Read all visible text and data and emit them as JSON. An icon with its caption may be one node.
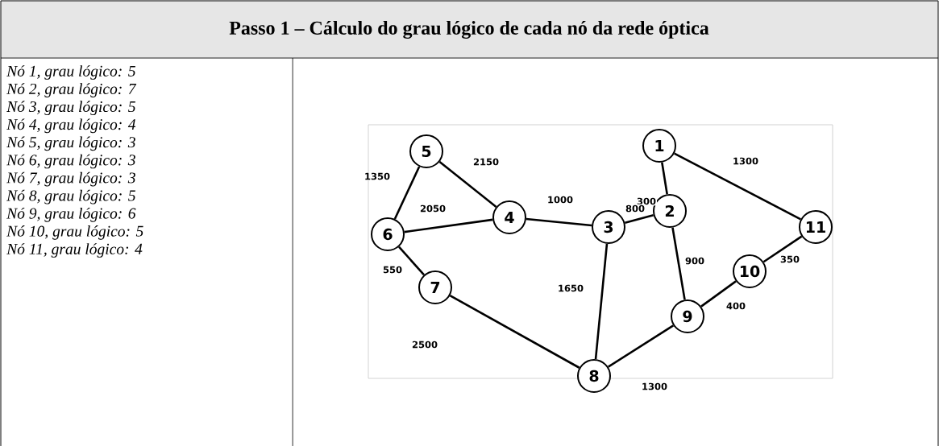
{
  "diagram": {
    "title": "Passo 1 – Cálculo do grau lógico de cada nó da rede óptica",
    "nodes": [
      {
        "text": [
          "1"
        ]
      },
      {
        "text": [
          "2"
        ]
      },
      {
        "text": [
          "3"
        ]
      },
      {
        "text": [
          "4"
        ]
      },
      {
        "text": [
          "5"
        ]
      },
      {
        "text": [
          "6"
        ]
      },
      {
        "text": [
          "7"
        ]
      },
      {
        "text": [
          "8"
        ]
      },
      {
        "text": [
          "9"
        ]
      },
      {
        "text": [
          "10"
        ]
      },
      {
        "text": [
          "11"
        ]
      }
    ],
    "edges": [
      {
        "from": 0,
        "to": 1,
        "arrow": "none",
        "label": "300"
      },
      {
        "from": 0,
        "to": 10,
        "arrow": "none",
        "label": "1300"
      },
      {
        "from": 2,
        "to": 1,
        "arrow": "none",
        "label": "800"
      },
      {
        "from": 1,
        "to": 8,
        "arrow": "none",
        "label": "900"
      },
      {
        "from": 4,
        "to": 5,
        "arrow": "none",
        "label": "1350"
      },
      {
        "from": 4,
        "to": 3,
        "arrow": "none",
        "label": "2150"
      },
      {
        "from": 5,
        "to": 3,
        "arrow": "none",
        "label": "2050"
      },
      {
        "from": 3,
        "to": 2,
        "arrow": "none",
        "label": "1000"
      },
      {
        "from": 5,
        "to": 6,
        "arrow": "none",
        "label": "550"
      },
      {
        "from": 6,
        "to": 7,
        "arrow": "none",
        "label": "2500"
      },
      {
        "from": 2,
        "to": 7,
        "arrow": "none",
        "label": "1650"
      },
      {
        "from": 7,
        "to": 8,
        "arrow": "none",
        "label": "1300"
      },
      {
        "from": 8,
        "to": 9,
        "arrow": "none",
        "label": "400"
      },
      {
        "from": 9,
        "to": 10,
        "arrow": "none",
        "label": "350"
      }
    ],
    "labels": [
      "Nó 1, grau lógico: 5",
      "Nó 2, grau lógico: 7",
      "Nó 3, grau lógico: 5",
      "Nó 4, grau lógico: 4",
      "Nó 5, grau lógico: 3",
      "Nó 6, grau lógico: 3",
      "Nó 7, grau lógico: 3",
      "Nó 8, grau lógico: 5",
      "Nó 9, grau lógico: 6",
      "Nó 10, grau lógico: 5",
      "Nó 11, grau lógico: 4"
    ]
  }
}
